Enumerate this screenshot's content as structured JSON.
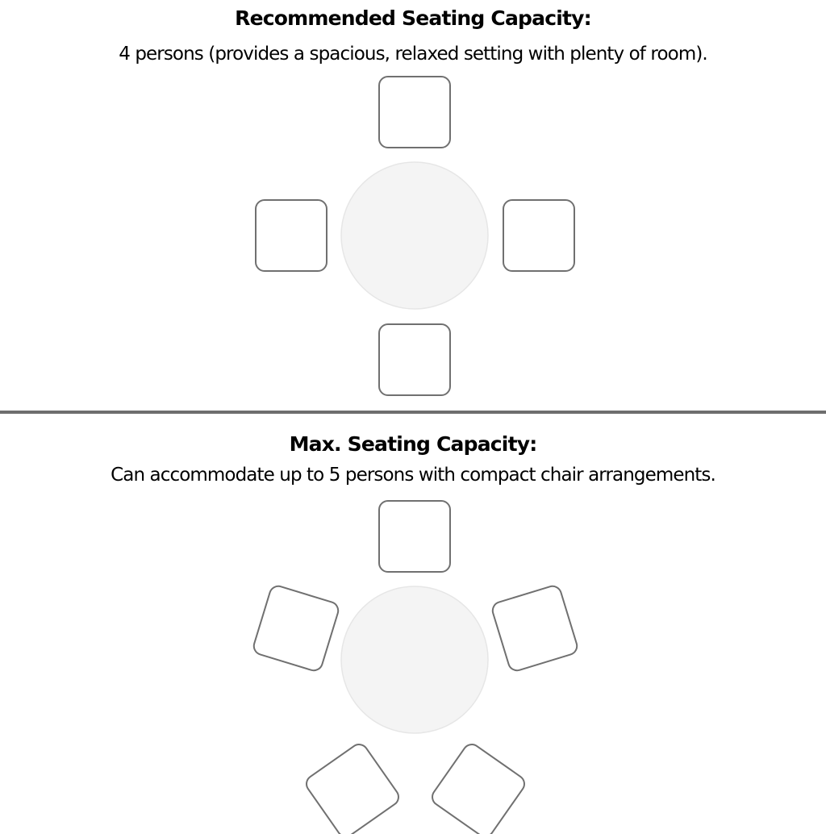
{
  "recommended": {
    "heading": "Recommended Seating Capacity:",
    "description": "4 persons (provides a spacious, relaxed setting with plenty of room)."
  },
  "maximum": {
    "heading": "Max. Seating Capacity:",
    "description": "Can accommodate up to 5 persons with compact chair arrangements."
  },
  "colors": {
    "chair_stroke": "#707070",
    "chair_fill": "#ffffff",
    "table_fill": "#f4f4f4",
    "table_stroke": "#e6e6e6",
    "divider": "#6e6e6e"
  }
}
